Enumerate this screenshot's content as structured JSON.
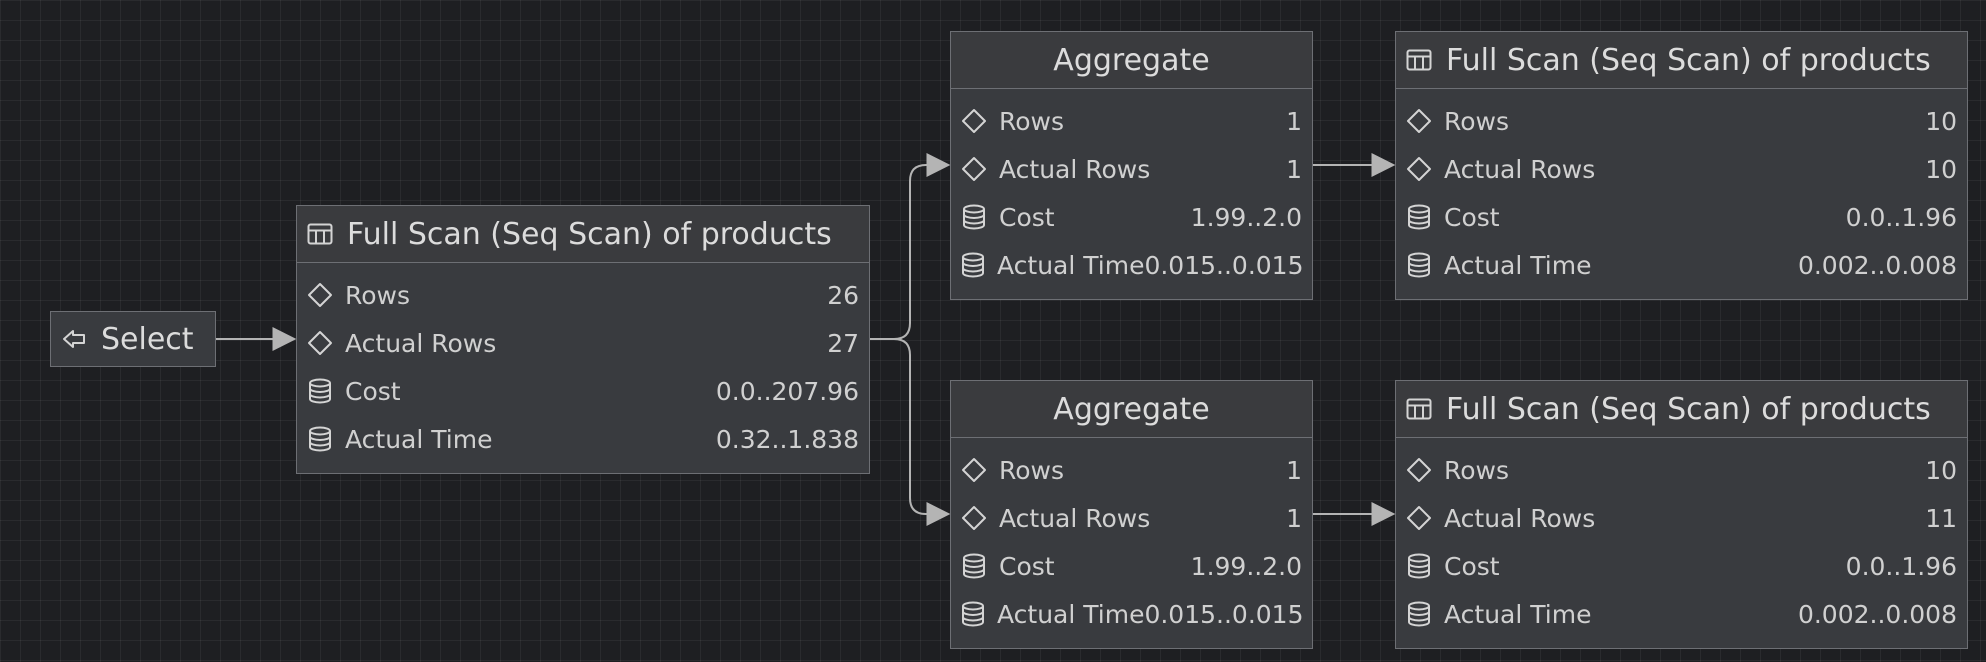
{
  "select_node": {
    "label": "Select",
    "icon": "exit-arrow-icon"
  },
  "nodes": [
    {
      "id": "scan-root",
      "title": "Full Scan (Seq Scan) of products",
      "icon": "table-icon",
      "rows": [
        {
          "label": "Rows",
          "value": "26",
          "icon": "diamond-icon"
        },
        {
          "label": "Actual Rows",
          "value": "27",
          "icon": "diamond-icon"
        },
        {
          "label": "Cost",
          "value": "0.0..207.96",
          "icon": "database-icon"
        },
        {
          "label": "Actual Time",
          "value": "0.32..1.838",
          "icon": "database-icon"
        }
      ]
    },
    {
      "id": "aggregate-top",
      "title": "Aggregate",
      "rows": [
        {
          "label": "Rows",
          "value": "1",
          "icon": "diamond-icon"
        },
        {
          "label": "Actual Rows",
          "value": "1",
          "icon": "diamond-icon"
        },
        {
          "label": "Cost",
          "value": "1.99..2.0",
          "icon": "database-icon"
        },
        {
          "label": "Actual Time",
          "value": "0.015..0.015",
          "icon": "database-icon"
        }
      ]
    },
    {
      "id": "aggregate-bottom",
      "title": "Aggregate",
      "rows": [
        {
          "label": "Rows",
          "value": "1",
          "icon": "diamond-icon"
        },
        {
          "label": "Actual Rows",
          "value": "1",
          "icon": "diamond-icon"
        },
        {
          "label": "Cost",
          "value": "1.99..2.0",
          "icon": "database-icon"
        },
        {
          "label": "Actual Time",
          "value": "0.015..0.015",
          "icon": "database-icon"
        }
      ]
    },
    {
      "id": "scan-top",
      "title": "Full Scan (Seq Scan) of products",
      "icon": "table-icon",
      "rows": [
        {
          "label": "Rows",
          "value": "10",
          "icon": "diamond-icon"
        },
        {
          "label": "Actual Rows",
          "value": "10",
          "icon": "diamond-icon"
        },
        {
          "label": "Cost",
          "value": "0.0..1.96",
          "icon": "database-icon"
        },
        {
          "label": "Actual Time",
          "value": "0.002..0.008",
          "icon": "database-icon"
        }
      ]
    },
    {
      "id": "scan-bottom",
      "title": "Full Scan (Seq Scan) of products",
      "icon": "table-icon",
      "rows": [
        {
          "label": "Rows",
          "value": "10",
          "icon": "diamond-icon"
        },
        {
          "label": "Actual Rows",
          "value": "11",
          "icon": "diamond-icon"
        },
        {
          "label": "Cost",
          "value": "0.0..1.96",
          "icon": "database-icon"
        },
        {
          "label": "Actual Time",
          "value": "0.002..0.008",
          "icon": "database-icon"
        }
      ]
    }
  ],
  "colors": {
    "background": "#1e1f22",
    "node_fill": "#393b3f",
    "node_border": "#6d6f74",
    "edge": "#b4b4b4",
    "text": "#d4d4d4"
  }
}
